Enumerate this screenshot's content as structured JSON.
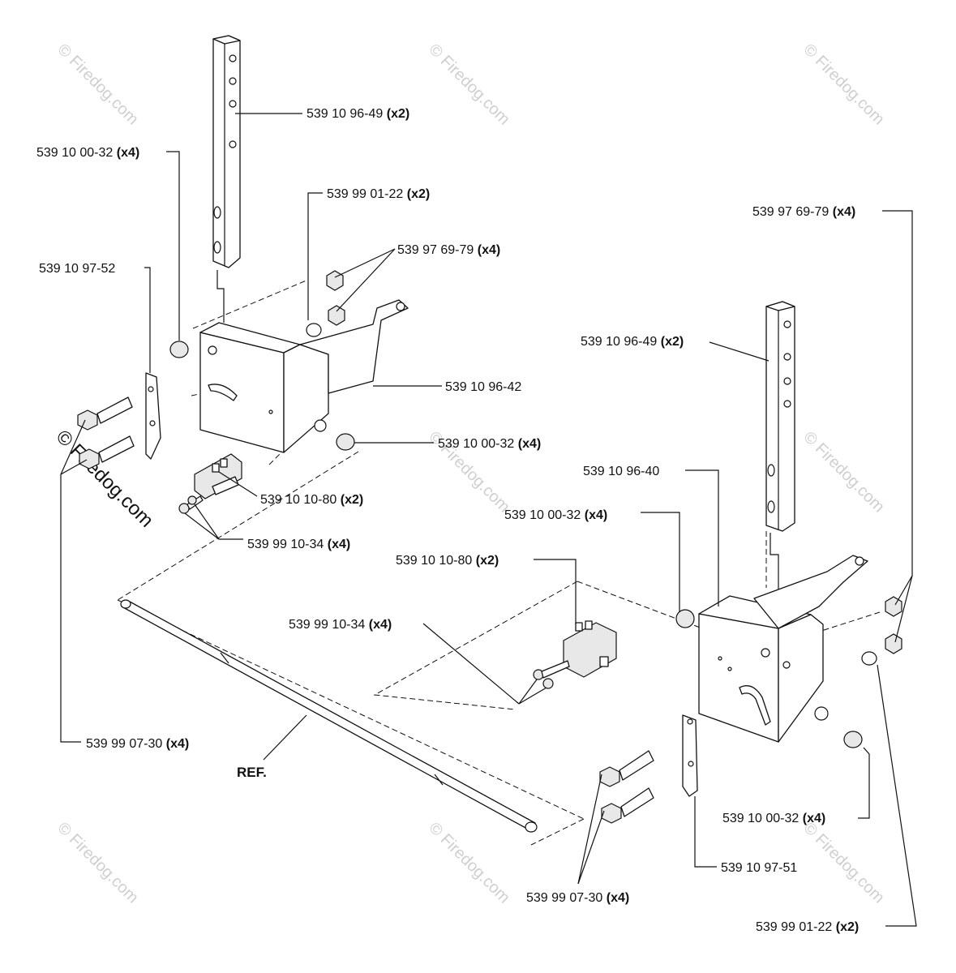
{
  "watermark": {
    "text": "© Firedog.com",
    "color": "#cfcfcf"
  },
  "callouts": [
    {
      "part": "539 10 96-49",
      "qty": "(x2)"
    },
    {
      "part": "539 10 00-32",
      "qty": "(x4)"
    },
    {
      "part": "539 99 01-22",
      "qty": "(x2)"
    },
    {
      "part": "539 97 69-79",
      "qty": "(x4)"
    },
    {
      "part": "539 10 97-52",
      "qty": ""
    },
    {
      "part": "539 10 96-42",
      "qty": ""
    },
    {
      "part": "539 10 00-32",
      "qty": "(x4)"
    },
    {
      "part": "539 10 10-80",
      "qty": "(x2)"
    },
    {
      "part": "539 99 10-34",
      "qty": "(x4)"
    },
    {
      "part": "539 99 07-30",
      "qty": "(x4)"
    },
    {
      "part": "539 97 69-79",
      "qty": "(x4)"
    },
    {
      "part": "539 10 96-49",
      "qty": "(x2)"
    },
    {
      "part": "539 10 96-40",
      "qty": ""
    },
    {
      "part": "539 10 00-32",
      "qty": "(x4)"
    },
    {
      "part": "539 10 10-80",
      "qty": "(x2)"
    },
    {
      "part": "539 99 10-34",
      "qty": "(x4)"
    },
    {
      "part": "539 10 00-32",
      "qty": "(x4)"
    },
    {
      "part": "539 10 97-51",
      "qty": ""
    },
    {
      "part": "539 99 07-30",
      "qty": "(x4)"
    },
    {
      "part": "539 99 01-22",
      "qty": "(x2)"
    }
  ],
  "ref_label": "REF."
}
